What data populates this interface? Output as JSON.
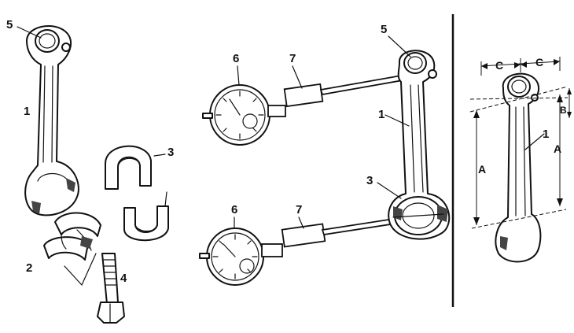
{
  "callouts": {
    "conrod_left": "1",
    "bearing_shells": "2",
    "bearing_halves": "3",
    "cap_bolt": "4",
    "small_end_bushing": "5",
    "dial_gauge": "6",
    "extension_bar": "7"
  },
  "dimensions": {
    "distance_a": "A",
    "distance_b": "B",
    "distance_c": "C"
  },
  "colors": {
    "ink": "#111111",
    "paper": "#ffffff"
  }
}
